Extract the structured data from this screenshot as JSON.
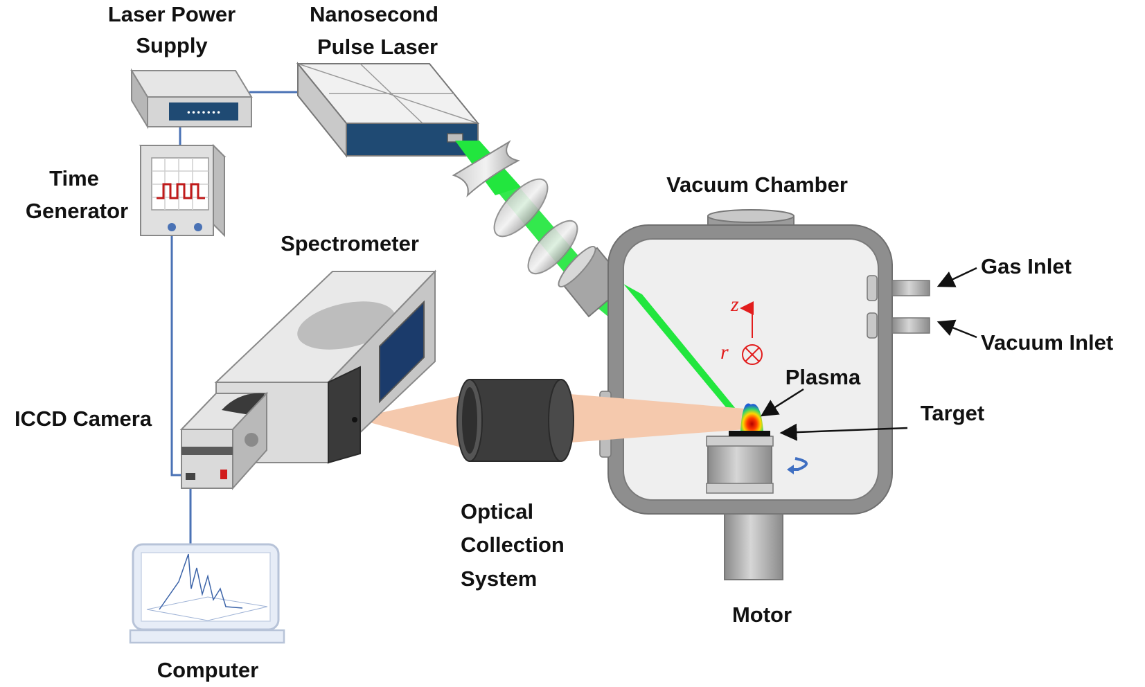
{
  "labels": {
    "laser_power_supply": [
      "Laser Power",
      "Supply"
    ],
    "nanosecond_pulse_laser": [
      "Nanosecond",
      "Pulse Laser"
    ],
    "time_generator": [
      "Time",
      "Generator"
    ],
    "spectrometer": "Spectrometer",
    "iccd_camera": "ICCD Camera",
    "computer": "Computer",
    "optical_collection_system": [
      "Optical",
      "Collection",
      "System"
    ],
    "vacuum_chamber": "Vacuum Chamber",
    "gas_inlet": "Gas Inlet",
    "vacuum_inlet": "Vacuum Inlet",
    "plasma": "Plasma",
    "target": "Target",
    "motor": "Motor",
    "axis_z": "z",
    "axis_r": "r"
  },
  "power_supply_display": "•••••••",
  "colors": {
    "laser_beam": "#22e63e",
    "emission_cone": "#f5c9ad",
    "signal_wire": "#4a72b5",
    "axis_marker": "#e21d1d",
    "rotation_arrow": "#3f6fc2",
    "device_panel": "#1f4a73",
    "chamber_metal": "#8e8e8e"
  }
}
